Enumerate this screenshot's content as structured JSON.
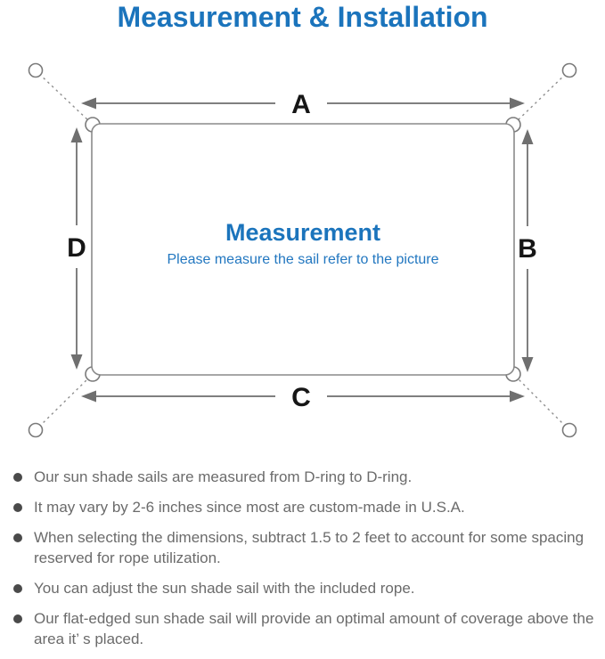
{
  "page": {
    "title": "Measurement & Installation"
  },
  "diagram": {
    "label_top": "A",
    "label_right": "B",
    "label_bottom": "C",
    "label_left": "D",
    "center_title": "Measurement",
    "center_subtitle": "Please measure the sail refer to the picture"
  },
  "colors": {
    "accent_blue": "#1b74bc",
    "diagram_line_gray": "#7f7f7f",
    "note_text_gray": "#6b6b6b"
  },
  "notes": {
    "items": [
      "Our sun shade sails are measured from D-ring to D-ring.",
      "It may vary by 2-6 inches since most are custom-made in U.S.A.",
      "When selecting the dimensions, subtract 1.5 to 2 feet to account for some spacing reserved for rope utilization.",
      "You can adjust the sun shade sail with the included rope.",
      "Our flat-edged sun shade sail will provide an optimal amount of coverage above the area it’ s placed."
    ]
  }
}
